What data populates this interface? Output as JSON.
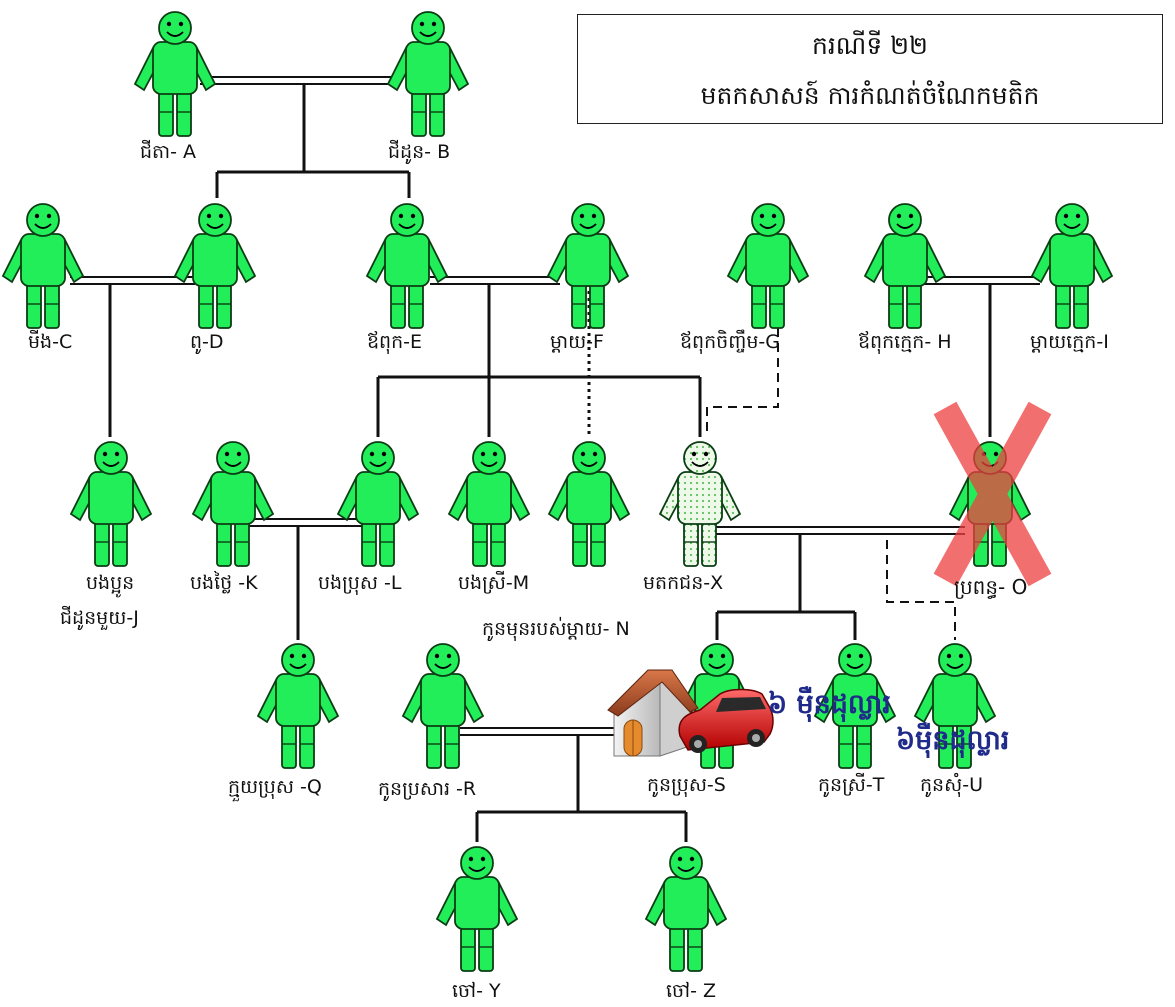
{
  "title": {
    "line1": "ករណីទី ២២",
    "line2": "មតកសាសន៍ ការកំណត់ចំណែកមតិក"
  },
  "people": {
    "A": {
      "label": "ជីតា- A"
    },
    "B": {
      "label": "ជីដូន- B"
    },
    "C": {
      "label": "មីង-C"
    },
    "D": {
      "label": "ពូ-D"
    },
    "E": {
      "label": "ឪពុក-E"
    },
    "F": {
      "label": "ម្ដាយ-F"
    },
    "G": {
      "label": "ឪពុកចិញ្ចឹម-G"
    },
    "H": {
      "label": "ឪពុកក្មេក- H"
    },
    "I": {
      "label": "ម្ដាយក្មេក-I"
    },
    "J": {
      "label_line1": "បងប្អូន",
      "label_line2": "ជីដូនមួយ-J"
    },
    "K": {
      "label": "បងថ្លៃ -K"
    },
    "L": {
      "label": "បងប្រុស -L"
    },
    "M": {
      "label": "បងស្រី-M"
    },
    "N": {
      "label": "កូនមុនរបស់ម្ដាយ- N"
    },
    "X": {
      "label": "មតកជន-X",
      "status": "deceased"
    },
    "O": {
      "label": "ប្រពន្ធ- O",
      "status": "crossed-out"
    },
    "Q": {
      "label": "ក្មួយប្រុស -Q"
    },
    "R": {
      "label": "កូនប្រសារ -R"
    },
    "S": {
      "label": "កូនប្រុស-S"
    },
    "T": {
      "label": "កូនស្រី-T"
    },
    "U": {
      "label": "កូនសុំ-U"
    },
    "Y": {
      "label": "ចៅ- Y"
    },
    "Z": {
      "label": "ចៅ- Z"
    }
  },
  "bequests": {
    "to_S": "៦ ម៉ឺនដុល្លារ",
    "to_U": "៦ម៉ឺនដុល្លារ",
    "house_icon": "house-icon",
    "car_icon": "car-icon"
  },
  "colors": {
    "person_fill": "#22ee5a",
    "person_stroke": "#0b3d14",
    "deceased_fill": "#e9f7e2",
    "cross": "#f04a4a",
    "money": "#1f2a8a"
  }
}
